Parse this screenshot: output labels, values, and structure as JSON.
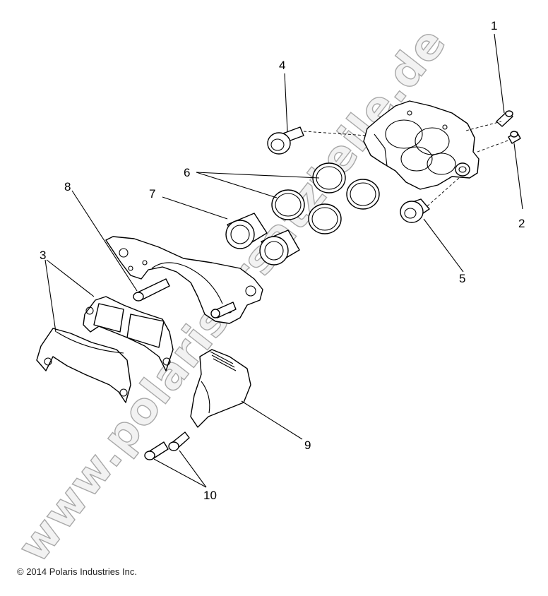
{
  "diagram": {
    "callouts": [
      "1",
      "2",
      "3",
      "4",
      "5",
      "6",
      "7",
      "8",
      "9",
      "10"
    ],
    "watermark": "www.polarisersatzteile.de",
    "copyright": "© 2014 Polaris Industries Inc."
  }
}
